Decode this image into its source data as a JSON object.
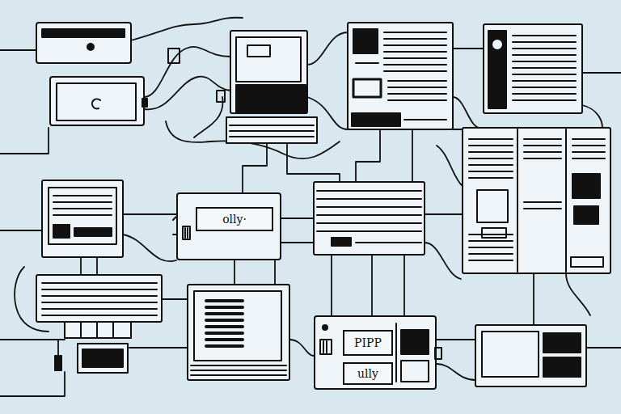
{
  "diagram": {
    "nodes": [
      {
        "text": [
          "olly·"
        ]
      },
      {
        "text": [
          "PIPP",
          "ully"
        ]
      }
    ]
  }
}
